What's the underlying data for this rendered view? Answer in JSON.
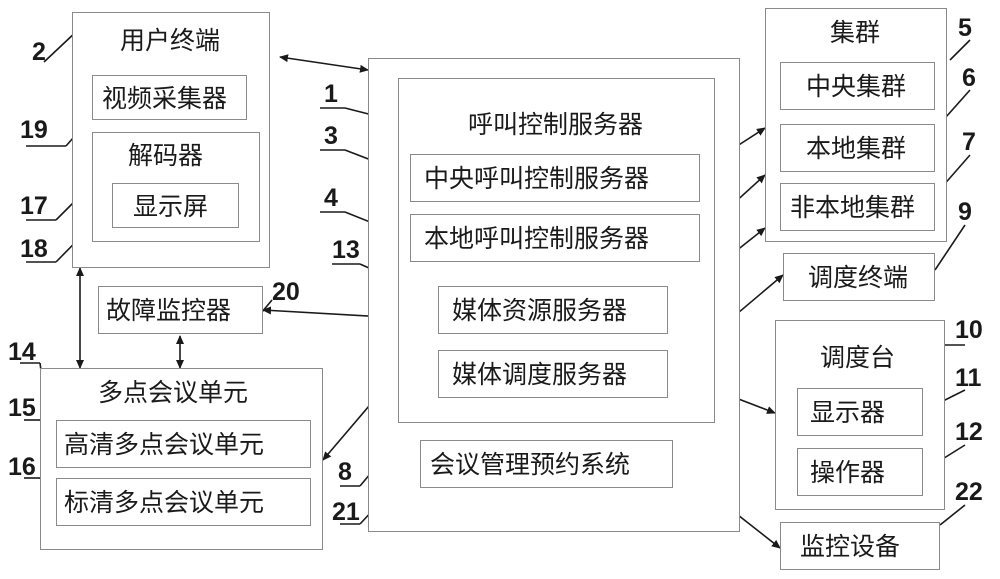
{
  "diagram": {
    "user_terminal": {
      "title": "用户终端",
      "ref": "2",
      "video_collector": {
        "label": "视频采集器",
        "ref": "19"
      },
      "decoder": {
        "label": "解码器",
        "ref": "17",
        "display": {
          "label": "显示屏",
          "ref": "18"
        }
      }
    },
    "fault_monitor": {
      "label": "故障监控器",
      "ref": "20"
    },
    "mcu": {
      "title": "多点会议单元",
      "ref": "14",
      "hd": {
        "label": "高清多点会议单元",
        "ref": "15"
      },
      "sd": {
        "label": "标清多点会议单元",
        "ref": "16"
      }
    },
    "center": {
      "ref": "1",
      "call_control": {
        "title": "呼叫控制服务器",
        "central": {
          "label": "中央呼叫控制服务器",
          "ref": "3"
        },
        "local": {
          "label": "本地呼叫控制服务器",
          "ref": "4"
        }
      },
      "media_resource": {
        "label": "媒体资源服务器",
        "ref": "13"
      },
      "media_dispatch": {
        "label": "媒体调度服务器",
        "ref": "8"
      },
      "conference_mgmt": {
        "label": "会议管理预约系统",
        "ref": "21"
      }
    },
    "cluster": {
      "title": "集群",
      "central": {
        "label": "中央集群",
        "ref": "5"
      },
      "local": {
        "label": "本地集群",
        "ref": "6"
      },
      "nonlocal": {
        "label": "非本地集群",
        "ref": "7"
      }
    },
    "dispatch_terminal": {
      "label": "调度终端",
      "ref": "9"
    },
    "dispatch_console": {
      "title": "调度台",
      "ref": "10",
      "display": {
        "label": "显示器",
        "ref": "11"
      },
      "operator": {
        "label": "操作器",
        "ref": "12"
      }
    },
    "monitor_device": {
      "label": "监控设备",
      "ref": "22"
    }
  }
}
